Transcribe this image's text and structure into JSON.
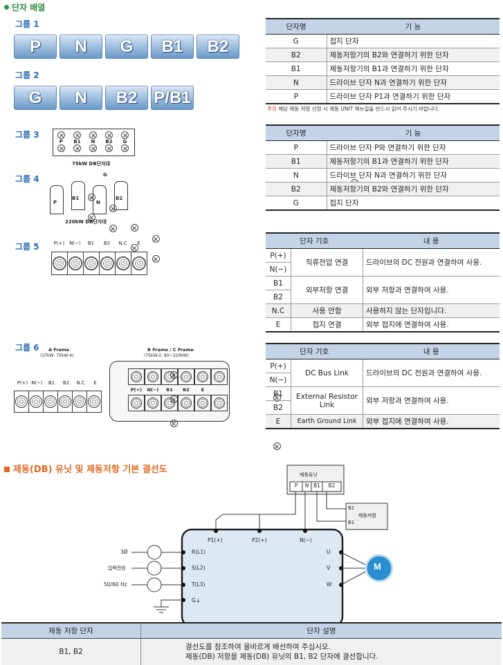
{
  "section_title": "단자 배열",
  "groups": {
    "g1": {
      "label": "그룹 1",
      "tiles": [
        "P",
        "N",
        "G",
        "B1",
        "B2"
      ]
    },
    "g2": {
      "label": "그룹 2",
      "tiles": [
        "G",
        "N",
        "B2",
        "P/B1"
      ]
    },
    "g3": {
      "label": "그룹 3",
      "terminals": [
        "P",
        "B1",
        "N",
        "B2",
        "G"
      ],
      "caption": "75kW DB단자대"
    },
    "g4": {
      "label": "그룹 4",
      "top_label": "G",
      "terminals": [
        "P",
        "B1",
        "N",
        "B2"
      ],
      "caption": "220kW DB단자대"
    },
    "g5": {
      "label": "그룹 5",
      "terminals": [
        "P(+)",
        "N(−)",
        "B1",
        "B2",
        "N.C",
        "E"
      ]
    },
    "g6": {
      "label": "그룹 6",
      "a_title": "A Frame",
      "a_sub": "(37kW, 75kW-4)",
      "a_terminals": [
        "P(+)",
        "N(−)",
        "B1",
        "B2",
        "N.C",
        "E"
      ],
      "b_title": "B Frame / C Frame",
      "b_sub": "(75kW-2, 90~220kW)",
      "b_terminals": [
        "P(+)",
        "N(−)",
        "B1",
        "B2",
        "E"
      ]
    }
  },
  "table1": {
    "headers": [
      "단자명",
      "기  능"
    ],
    "rows": [
      [
        "G",
        "접지 단자"
      ],
      [
        "B2",
        "제동저항기의 B2와 연결하기 위한 단자"
      ],
      [
        "B1",
        "제동저항기의 B1과 연결하기 위한 단자"
      ],
      [
        "N",
        "드라이브 단자 N과 연결하기 위한 단자"
      ],
      [
        "P",
        "드라이브 단자 P1과 연결하기 위한 단자"
      ]
    ],
    "note_prefix": "주의",
    "note": " 해당 제동 저항 선정 시 제동 UNIT 매뉴얼을 반드시 읽어 주시기 바랍니다."
  },
  "table2": {
    "headers": [
      "단자명",
      "기  능"
    ],
    "rows": [
      [
        "P",
        "드라이브 단자 P와 연결하기 위한 단자"
      ],
      [
        "B1",
        "제동저항기의 B1과 연결하기 위한 단자"
      ],
      [
        "N",
        "드라이브 단자 N과 연결하기 위한 단자"
      ],
      [
        "B2",
        "제동저항기의 B2와 연결하기 위한 단자"
      ],
      [
        "G",
        "접지 단자"
      ]
    ]
  },
  "table3": {
    "headers": [
      "단자 기호",
      "내  용"
    ],
    "rows": [
      {
        "syms": [
          "P(+)",
          "N(−)"
        ],
        "name": "직류전압 연결",
        "desc": "드라이브의 DC 전원과 연결하여 사용."
      },
      {
        "syms": [
          "B1",
          "B2"
        ],
        "name": "외부저항 연결",
        "desc": "외부 저항과 연결하여 사용."
      },
      {
        "syms": [
          "N.C"
        ],
        "name": "사용 안함",
        "desc": "사용하지 않는 단자입니다."
      },
      {
        "syms": [
          "E"
        ],
        "name": "접지 연결",
        "desc": "외부 접지에 연결하여 사용."
      }
    ]
  },
  "table4": {
    "headers": [
      "단자 기호",
      "내  용"
    ],
    "rows": [
      {
        "syms": [
          "P(+)",
          "N(−)"
        ],
        "name": "DC Bus Link",
        "desc": "드라이브의 DC 전원과 연결하여 사용."
      },
      {
        "syms": [
          "B1",
          "B2"
        ],
        "name": "External Resistor Link",
        "desc": "외부 저항과 연결하여 사용."
      },
      {
        "syms": [
          "E"
        ],
        "name": "Earth Ground Link",
        "desc": "외부 접지에 연결하여 사용."
      }
    ]
  },
  "diagram": {
    "title": "제동(DB) 유닛 및 제동저항 기본 결선도",
    "unit_label": "제동유닛",
    "unit_terms": [
      "P",
      "N",
      "B1",
      "B2"
    ],
    "resistor_label": "제동저항",
    "res_b2": "B2",
    "res_b1": "B1",
    "top_terms": [
      "P1(+)",
      "P2(+)",
      "N(−)"
    ],
    "left_terms": [
      "R(L1)",
      "S(L2)",
      "T(L3)",
      "G⏚"
    ],
    "right_terms": [
      "U",
      "V",
      "W"
    ],
    "input_labels": [
      "3Ø",
      "입력전원",
      "50/60 Hz"
    ],
    "motor": "M"
  },
  "bottom_table": {
    "headers": [
      "제동 저항 단자",
      "단자 설명"
    ],
    "row_terminal": "B1, B2",
    "row_lines": [
      "결선도를 참조하여 올바르게 배선하여 주십시오.",
      "제동(DB) 저항을 제동(DB) 유닛의 B1, B2 단자에 결선합니다."
    ]
  },
  "colors": {
    "accent_blue": "#2d6db4",
    "header_blue": "#c3d4e8",
    "orange": "#e06820",
    "green": "#2e8b3a",
    "motor": "#2a8fd0",
    "drive_body": "#dde8f4"
  }
}
